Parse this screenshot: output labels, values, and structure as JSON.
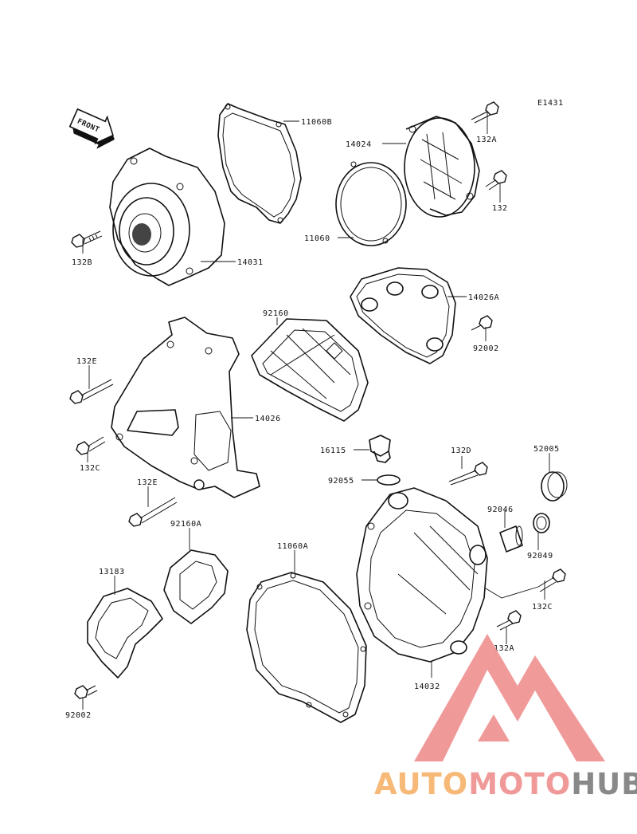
{
  "diagram": {
    "code": "E1431",
    "front_label": "FRONT",
    "labels": [
      {
        "id": "11060b",
        "text": "11060B"
      },
      {
        "id": "132a-top",
        "text": "132A"
      },
      {
        "id": "14024",
        "text": "14024"
      },
      {
        "id": "132",
        "text": "132"
      },
      {
        "id": "11060",
        "text": "11060"
      },
      {
        "id": "132b",
        "text": "132B"
      },
      {
        "id": "14031",
        "text": "14031"
      },
      {
        "id": "14026a",
        "text": "14026A"
      },
      {
        "id": "92002-top",
        "text": "92002"
      },
      {
        "id": "92160",
        "text": "92160"
      },
      {
        "id": "132e-top",
        "text": "132E"
      },
      {
        "id": "14026",
        "text": "14026"
      },
      {
        "id": "132c-left",
        "text": "132C"
      },
      {
        "id": "16115",
        "text": "16115"
      },
      {
        "id": "92055",
        "text": "92055"
      },
      {
        "id": "132d",
        "text": "132D"
      },
      {
        "id": "52005",
        "text": "52005"
      },
      {
        "id": "132e-mid",
        "text": "132E"
      },
      {
        "id": "92160a",
        "text": "92160A"
      },
      {
        "id": "92046",
        "text": "92046"
      },
      {
        "id": "92049",
        "text": "92049"
      },
      {
        "id": "11060a",
        "text": "11060A"
      },
      {
        "id": "13183",
        "text": "13183"
      },
      {
        "id": "132c-right",
        "text": "132C"
      },
      {
        "id": "132a-bottom",
        "text": "132A"
      },
      {
        "id": "14032",
        "text": "14032"
      },
      {
        "id": "92002-bottom",
        "text": "92002"
      }
    ]
  },
  "watermark": {
    "part1": "AUTO",
    "part2": "MOTO",
    "part3": "HUB",
    "color_orange": "#f7b26a",
    "color_red": "#ef8f8f",
    "color_gray": "#7d7d7d"
  }
}
